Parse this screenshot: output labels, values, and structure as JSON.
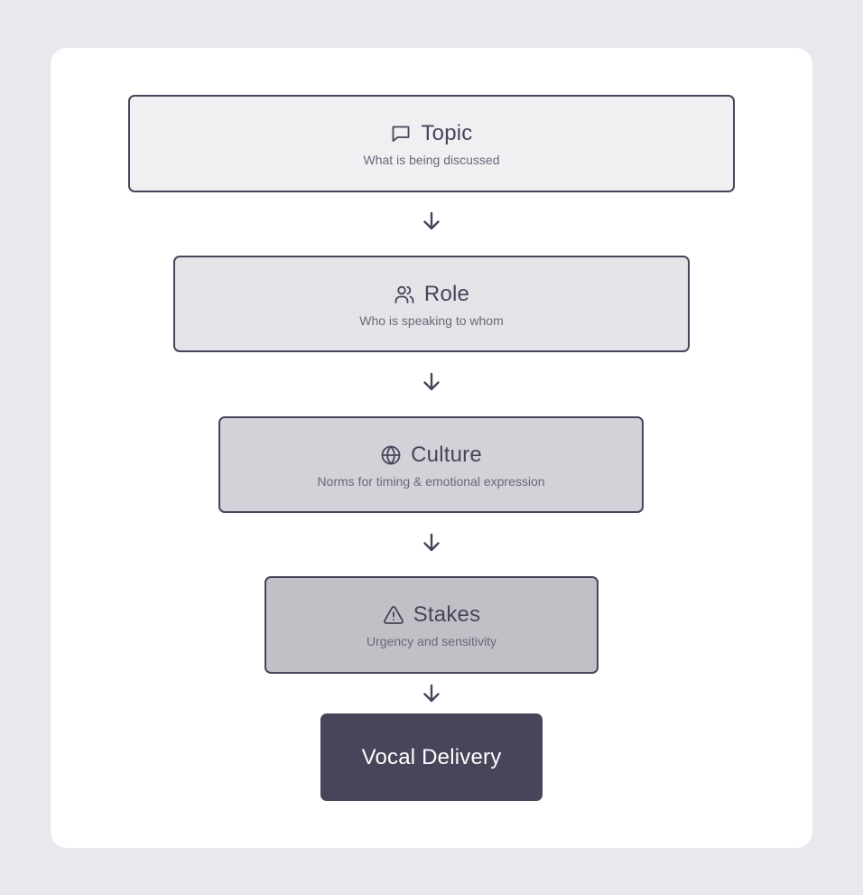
{
  "stages": [
    {
      "title": "Topic",
      "subtitle": "What is being discussed",
      "icon": "message-square-icon"
    },
    {
      "title": "Role",
      "subtitle": "Who is speaking to whom",
      "icon": "users-icon"
    },
    {
      "title": "Culture",
      "subtitle": "Norms for timing & emotional expression",
      "icon": "globe-icon"
    },
    {
      "title": "Stakes",
      "subtitle": "Urgency and sensitivity",
      "icon": "alert-triangle-icon"
    }
  ],
  "output": {
    "label": "Vocal Delivery"
  },
  "colors": {
    "page_background": "#e8e8ef",
    "card_background": "#ffffff",
    "ink": "#48445a",
    "stage_fills": [
      "#f0f0f3",
      "#e4e4e8",
      "#d3d2d8",
      "#c1c0c7"
    ],
    "output_fill": "#48445a"
  },
  "connectors": [
    "arrow-down-icon",
    "arrow-down-icon",
    "arrow-down-icon",
    "arrow-down-icon"
  ]
}
